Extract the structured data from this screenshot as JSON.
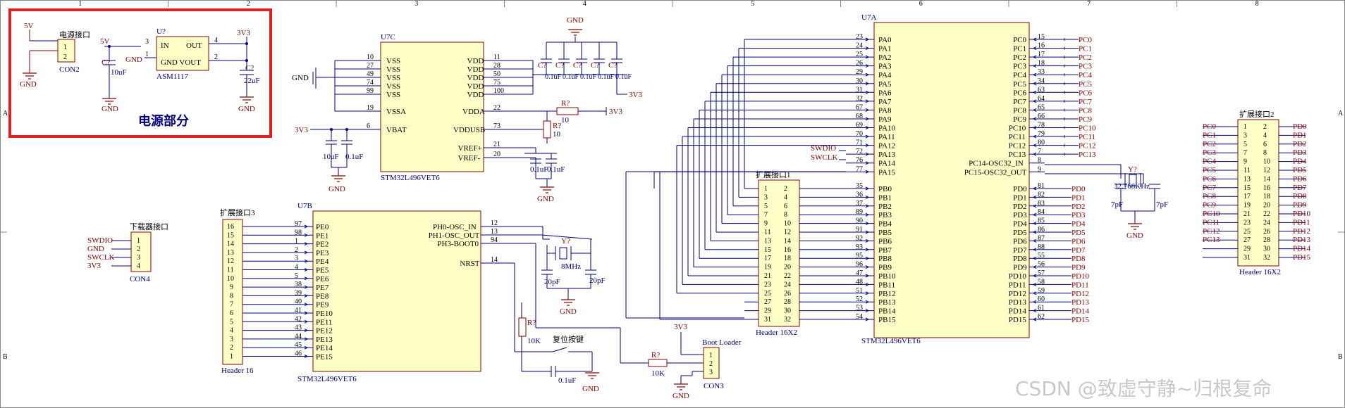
{
  "border": {
    "cols": [
      "1",
      "2",
      "3",
      "4",
      "5",
      "6",
      "7",
      "8"
    ],
    "rows": [
      "A",
      "B"
    ]
  },
  "power": {
    "title": "电源部分",
    "connector_label": "电源接口",
    "connector_ref": "CON2",
    "net_5v": "5V",
    "net_3v3": "3V3",
    "net_gnd": "GND",
    "reg_ref": "U?",
    "reg_part": "ASM1117",
    "reg_pins": [
      "IN",
      "OUT",
      "GND VOUT"
    ],
    "reg_pin_nums": [
      "3",
      "4",
      "1",
      "2"
    ],
    "cap1_ref": "C?",
    "cap1_val": "10uF",
    "cap2_ref": "C?",
    "cap2_val": "22uF",
    "highlight_color": "#e02020"
  },
  "u7c": {
    "ref": "U7C",
    "part": "STM32L496VET6",
    "left_pins": [
      {
        "num": "10",
        "name": "VSS"
      },
      {
        "num": "27",
        "name": "VSS"
      },
      {
        "num": "49",
        "name": "VSS"
      },
      {
        "num": "74",
        "name": "VSS"
      },
      {
        "num": "99",
        "name": "VSS"
      },
      {
        "num": "19",
        "name": "VSSA"
      },
      {
        "num": "6",
        "name": "VBAT"
      }
    ],
    "right_pins": [
      {
        "num": "11",
        "name": "VDD"
      },
      {
        "num": "28",
        "name": "VDD"
      },
      {
        "num": "50",
        "name": "VDD"
      },
      {
        "num": "75",
        "name": "VDD"
      },
      {
        "num": "100",
        "name": "VDD"
      },
      {
        "num": "22",
        "name": "VDDA"
      },
      {
        "num": "73",
        "name": "VDDUSB"
      },
      {
        "num": "21",
        "name": "VREF+"
      },
      {
        "num": "20",
        "name": "VREF-"
      }
    ],
    "gnd_label": "GND",
    "net_3v3": "3V3",
    "decoupling": [
      "0.1uF",
      "0.1uF",
      "0.1uF",
      "0.1uF",
      "0.1uF"
    ],
    "cap_refs": [
      "C?",
      "C?",
      "C?",
      "C?",
      "C?"
    ],
    "r_ref": "R?",
    "r_val": "10",
    "r2_ref": "R?",
    "r2_val": "10",
    "vref_caps": [
      "0.1uF",
      "0.1uF"
    ],
    "vbat_caps": [
      "10uF",
      "0.1uF"
    ]
  },
  "u7b": {
    "ref": "U7B",
    "part": "STM32L496VET6",
    "left_pins": [
      "PE0",
      "PE1",
      "PE2",
      "PE3",
      "PE4",
      "PE5",
      "PE6",
      "PE7",
      "PE8",
      "PE9",
      "PE10",
      "PE11",
      "PE12",
      "PE13",
      "PE14",
      "PE15"
    ],
    "left_nums": [
      "97",
      "98",
      "1",
      "2",
      "3",
      "4",
      "5",
      "38",
      "39",
      "40",
      "41",
      "42",
      "43",
      "44",
      "45",
      "46"
    ],
    "right_pins": [
      {
        "num": "12",
        "name": "PH0-OSC_IN"
      },
      {
        "num": "13",
        "name": "PH1-OSC_OUT"
      },
      {
        "num": "94",
        "name": "PH3-BOOT0"
      },
      {
        "num": "14",
        "name": "NRST"
      }
    ],
    "crystal_ref": "Y?",
    "crystal_val": "8MHz",
    "cap_l": "20pF",
    "cap_r": "20pF",
    "reset_r_ref": "R?",
    "reset_r_val": "10K",
    "reset_label": "复位按键",
    "reset_cap": "0.1uF",
    "boot_r_ref": "R?",
    "boot_r_val": "10K",
    "boot_title": "Boot Loader",
    "boot_ref": "CON3",
    "boot_pins": [
      "1",
      "2",
      "3"
    ]
  },
  "con4": {
    "label": "下载器接口",
    "ref": "CON4",
    "nets": [
      "SWDIO",
      "GND",
      "SWCLK",
      "3V3"
    ],
    "pins": [
      "1",
      "2",
      "3",
      "4"
    ]
  },
  "header16": {
    "label": "扩展接口3",
    "ref": "Header 16",
    "pins": [
      "16",
      "15",
      "14",
      "13",
      "12",
      "11",
      "10",
      "9",
      "8",
      "7",
      "6",
      "5",
      "4",
      "3",
      "2",
      "1"
    ]
  },
  "u7a": {
    "ref": "U7A",
    "part": "STM32L496VET6",
    "left_pins": [
      "PA0",
      "PA1",
      "PA2",
      "PA3",
      "PA4",
      "PA5",
      "PA6",
      "PA7",
      "PA8",
      "PA9",
      "PA10",
      "PA11",
      "PA12",
      "PA13",
      "PA14",
      "PA15",
      "PB0",
      "PB1",
      "PB2",
      "PB3",
      "PB4",
      "PB5",
      "PB6",
      "PB7",
      "PB8",
      "PB9",
      "PB10",
      "PB11",
      "PB12",
      "PB13",
      "PB14",
      "PB15"
    ],
    "left_nums": [
      "23",
      "24",
      "25",
      "26",
      "29",
      "30",
      "31",
      "32",
      "67",
      "68",
      "69",
      "70",
      "71",
      "72",
      "76",
      "77",
      "35",
      "36",
      "37",
      "89",
      "90",
      "91",
      "92",
      "93",
      "95",
      "96",
      "47",
      "48",
      "51",
      "52",
      "53",
      "54"
    ],
    "right_pins": [
      "PC0",
      "PC1",
      "PC2",
      "PC3",
      "PC4",
      "PC5",
      "PC6",
      "PC7",
      "PC8",
      "PC9",
      "PC10",
      "PC11",
      "PC12",
      "PC13",
      "PC14-OSC32_IN",
      "PC15-OSC32_OUT",
      "PD0",
      "PD1",
      "PD2",
      "PD3",
      "PD4",
      "PD5",
      "PD6",
      "PD7",
      "PD8",
      "PD9",
      "PD10",
      "PD11",
      "PD12",
      "PD13",
      "PD14",
      "PD15"
    ],
    "right_nums": [
      "15",
      "16",
      "17",
      "18",
      "33",
      "34",
      "63",
      "64",
      "65",
      "66",
      "78",
      "79",
      "80",
      "7",
      "8",
      "9",
      "81",
      "82",
      "83",
      "84",
      "85",
      "86",
      "87",
      "88",
      "55",
      "56",
      "57",
      "58",
      "59",
      "60",
      "61",
      "62"
    ],
    "right_nets": [
      "PC0",
      "PC1",
      "PC2",
      "PC3",
      "PC4",
      "PC5",
      "PC6",
      "PC7",
      "PC8",
      "PC9",
      "PC10",
      "PC11",
      "PC12",
      "PC13",
      "",
      "",
      "PD0",
      "PD1",
      "PD2",
      "PD3",
      "PD4",
      "PD5",
      "PD6",
      "PD7",
      "PD8",
      "PD9",
      "PD10",
      "PD11",
      "PD12",
      "PD13",
      "PD14",
      "PD15"
    ],
    "swdio": "SWDIO",
    "swclk": "SWCLK",
    "crystal_ref": "Y?",
    "crystal_val": "32.768KHz",
    "cap_ref": "C?",
    "cap_val": "7pF"
  },
  "header16x2_a": {
    "label": "扩展接口1",
    "ref": "Header 16X2",
    "pairs": [
      [
        "1",
        "2"
      ],
      [
        "3",
        "4"
      ],
      [
        "5",
        "6"
      ],
      [
        "7",
        "8"
      ],
      [
        "9",
        "10"
      ],
      [
        "11",
        "12"
      ],
      [
        "13",
        "14"
      ],
      [
        "15",
        "16"
      ],
      [
        "17",
        "18"
      ],
      [
        "19",
        "20"
      ],
      [
        "21",
        "22"
      ],
      [
        "23",
        "24"
      ],
      [
        "25",
        "26"
      ],
      [
        "27",
        "28"
      ],
      [
        "29",
        "30"
      ],
      [
        "31",
        "32"
      ]
    ]
  },
  "header16x2_b": {
    "label": "扩展接口2",
    "ref": "Header 16X2",
    "left_nets": [
      "PC0",
      "PC1",
      "PC2",
      "PC3",
      "PC4",
      "PC5",
      "PC6",
      "PC7",
      "PC8",
      "PC9",
      "PC10",
      "PC11",
      "PC12",
      "PC13",
      "",
      ""
    ],
    "right_nets": [
      "PD0",
      "PD1",
      "PD2",
      "PD3",
      "PD4",
      "PD5",
      "PD6",
      "PD7",
      "PD8",
      "PD9",
      "PD10",
      "PD11",
      "PD12",
      "PD13",
      "PD14",
      "PD15"
    ],
    "pairs": [
      [
        "1",
        "2"
      ],
      [
        "3",
        "4"
      ],
      [
        "5",
        "6"
      ],
      [
        "7",
        "8"
      ],
      [
        "9",
        "10"
      ],
      [
        "11",
        "12"
      ],
      [
        "13",
        "14"
      ],
      [
        "15",
        "16"
      ],
      [
        "17",
        "18"
      ],
      [
        "19",
        "20"
      ],
      [
        "21",
        "22"
      ],
      [
        "23",
        "24"
      ],
      [
        "25",
        "26"
      ],
      [
        "27",
        "28"
      ],
      [
        "29",
        "30"
      ],
      [
        "31",
        "32"
      ]
    ]
  },
  "watermark": "CSDN @致虚守静~归根复命"
}
